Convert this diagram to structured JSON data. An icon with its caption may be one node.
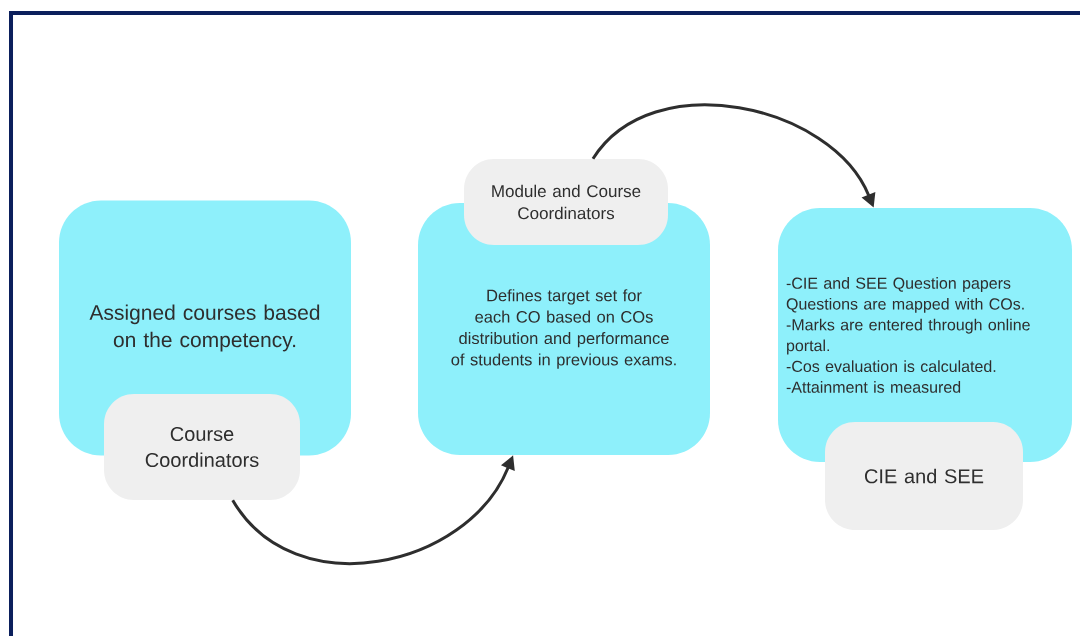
{
  "diagram": {
    "nodes": [
      {
        "text": [
          "Assigned courses based on the competency."
        ]
      },
      {
        "text": [
          "Course Coordinators"
        ]
      },
      {
        "text": [
          "Defines target set for each CO based on COs distribution and performance of students in previous exams."
        ]
      },
      {
        "text": [
          "Module and Course Coordinators"
        ]
      },
      {
        "text": [
          "-CIE and SEE Question papers Questions are mapped with COs.",
          "-Marks are entered through online portal.",
          "-Cos evaluation is calculated.",
          "-Attainment is measured"
        ]
      },
      {
        "text": [
          "CIE and SEE"
        ]
      }
    ],
    "edges": [
      {
        "from": 1,
        "to": 2,
        "arrow": "to"
      },
      {
        "from": 3,
        "to": 4,
        "arrow": "to"
      }
    ]
  }
}
